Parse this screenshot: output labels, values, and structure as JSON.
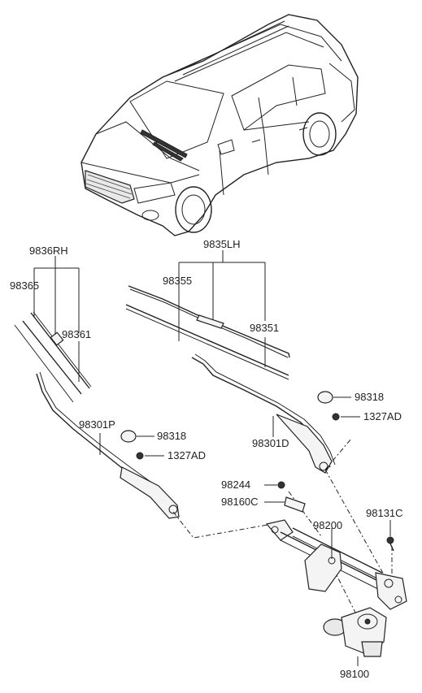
{
  "labels": {
    "rh_assy": "9836RH",
    "rh_insert": "98365",
    "rh_blade": "98361",
    "lh_assy": "9835LH",
    "lh_insert": "98355",
    "lh_blade": "98351",
    "cap_rh": "98318",
    "nut_rh": "1327AD",
    "arm_lh": "98301D",
    "arm_rh": "98301P",
    "cap_lh": "98318",
    "nut_lh": "1327AD",
    "nut_link": "98244",
    "bracket": "98160C",
    "linkage": "98200",
    "bolt": "98131C",
    "motor": "98100"
  }
}
